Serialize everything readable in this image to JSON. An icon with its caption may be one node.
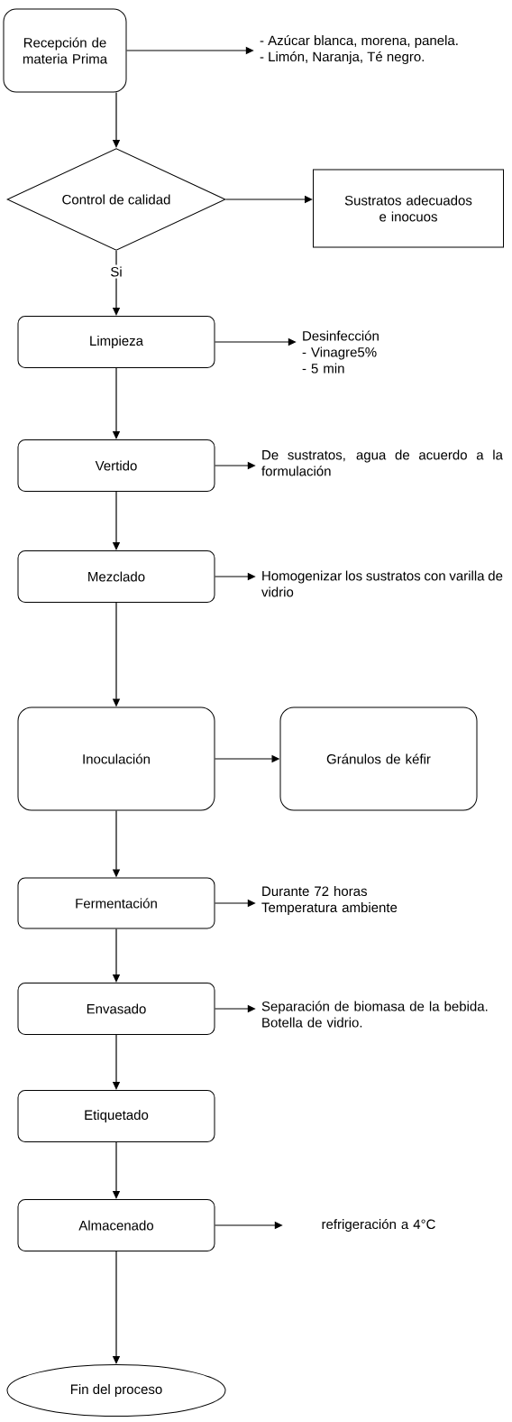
{
  "diagram": {
    "nodes": [
      {
        "text": [
          "Recepción de materia Prima"
        ]
      },
      {
        "text": [
          "- Azúcar blanca, morena, panela.",
          "- Limón, Naranja, Té negro."
        ]
      },
      {
        "text": [
          "Control de calidad"
        ]
      },
      {
        "text": [
          "Sustratos adecuados e inocuos"
        ]
      },
      {
        "text": [
          "Limpieza"
        ]
      },
      {
        "text": [
          "Desinfección",
          "- Vinagre5%",
          "- 5 min"
        ]
      },
      {
        "text": [
          "Vertido"
        ]
      },
      {
        "text": [
          "De sustratos, agua de acuerdo a la formulación"
        ]
      },
      {
        "text": [
          "Mezclado"
        ]
      },
      {
        "text": [
          "Homogenizar los sustratos con varilla de vidrio"
        ]
      },
      {
        "text": [
          "Inoculación"
        ]
      },
      {
        "text": [
          "Gránulos de kéfir"
        ]
      },
      {
        "text": [
          "Fermentación"
        ]
      },
      {
        "text": [
          "Durante 72 horas",
          "Temperatura ambiente"
        ]
      },
      {
        "text": [
          "Envasado"
        ]
      },
      {
        "text": [
          "Separación de biomasa de la bebida.",
          "Botella de vidrio."
        ]
      },
      {
        "text": [
          "Etiquetado"
        ]
      },
      {
        "text": [
          "Almacenado"
        ]
      },
      {
        "text": [
          "refrigeración a 4°C"
        ]
      },
      {
        "text": [
          "Fin del proceso"
        ]
      }
    ],
    "edges": [
      {
        "from": 0,
        "to": 1,
        "arrow": "to"
      },
      {
        "from": 0,
        "to": 2,
        "arrow": "to"
      },
      {
        "from": 2,
        "to": 3,
        "arrow": "to"
      },
      {
        "from": 2,
        "to": 4,
        "arrow": "to",
        "label": "Si"
      },
      {
        "from": 4,
        "to": 5,
        "arrow": "to"
      },
      {
        "from": 4,
        "to": 6,
        "arrow": "to"
      },
      {
        "from": 6,
        "to": 7,
        "arrow": "to"
      },
      {
        "from": 6,
        "to": 8,
        "arrow": "to"
      },
      {
        "from": 8,
        "to": 9,
        "arrow": "to"
      },
      {
        "from": 8,
        "to": 10,
        "arrow": "to"
      },
      {
        "from": 10,
        "to": 11,
        "arrow": "to"
      },
      {
        "from": 10,
        "to": 12,
        "arrow": "to"
      },
      {
        "from": 12,
        "to": 13,
        "arrow": "to"
      },
      {
        "from": 12,
        "to": 14,
        "arrow": "to"
      },
      {
        "from": 14,
        "to": 15,
        "arrow": "to"
      },
      {
        "from": 14,
        "to": 16,
        "arrow": "to"
      },
      {
        "from": 16,
        "to": 17,
        "arrow": "to"
      },
      {
        "from": 17,
        "to": 18,
        "arrow": "to"
      },
      {
        "from": 17,
        "to": 19,
        "arrow": "to"
      }
    ]
  }
}
